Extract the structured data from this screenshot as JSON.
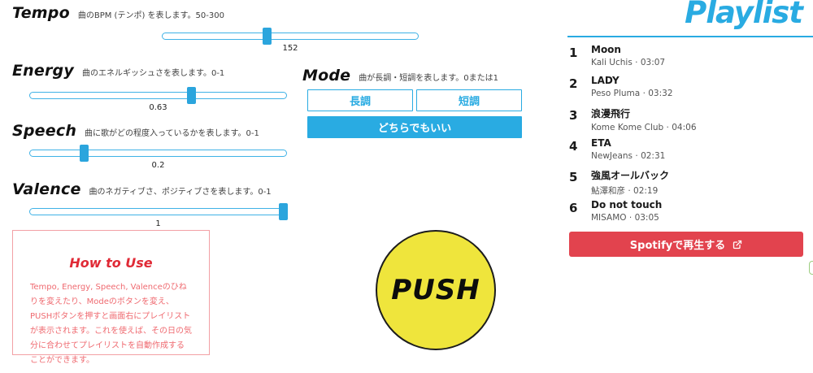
{
  "colors": {
    "accent": "#29abe2",
    "spotify_button": "#e2434e",
    "push_yellow": "#efe53c",
    "howto_red": "#e02a36"
  },
  "sliders": [
    {
      "name": "Tempo",
      "desc": "曲のBPM (テンポ) を表します。50-300",
      "value": "152"
    },
    {
      "name": "Energy",
      "desc": "曲のエネルギッシュさを表します。0-1",
      "value": "0.63"
    },
    {
      "name": "Speech",
      "desc": "曲に歌がどの程度入っているかを表します。0-1",
      "value": "0.2"
    },
    {
      "name": "Valence",
      "desc": "曲のネガティブさ、ポジティブさを表します。0-1",
      "value": "1"
    }
  ],
  "mode": {
    "name": "Mode",
    "desc": "曲が長調・短調を表します。0または1",
    "major_label": "長調",
    "minor_label": "短調",
    "either_label": "どちらでもいい"
  },
  "how_to_use": {
    "title": "How to Use",
    "body": "Tempo, Energy, Speech, Valenceのひねりを変えたり、Modeのボタンを変え、PUSHボタンを押すと画面右にプレイリストが表示されます。これを使えば、その日の気分に合わせてプレイリストを自動作成することができます。"
  },
  "push_label": "PUSH",
  "playlist": {
    "title": "Playlist",
    "separator": "·",
    "tracks": [
      {
        "num": "1",
        "title": "Moon",
        "artist": "Kali Uchis",
        "duration": "03:07"
      },
      {
        "num": "2",
        "title": "LADY",
        "artist": "Peso Pluma",
        "duration": "03:32"
      },
      {
        "num": "3",
        "title": "浪漫飛行",
        "artist": "Kome Kome Club",
        "duration": "04:06"
      },
      {
        "num": "4",
        "title": "ETA",
        "artist": "NewJeans",
        "duration": "02:31"
      },
      {
        "num": "5",
        "title": "強風オールバック",
        "artist": "鮎澤和彦",
        "duration": "02:19"
      },
      {
        "num": "6",
        "title": "Do not touch",
        "artist": "MISAMO",
        "duration": "03:05"
      }
    ],
    "spotify_label": "Spotifyで再生する"
  }
}
